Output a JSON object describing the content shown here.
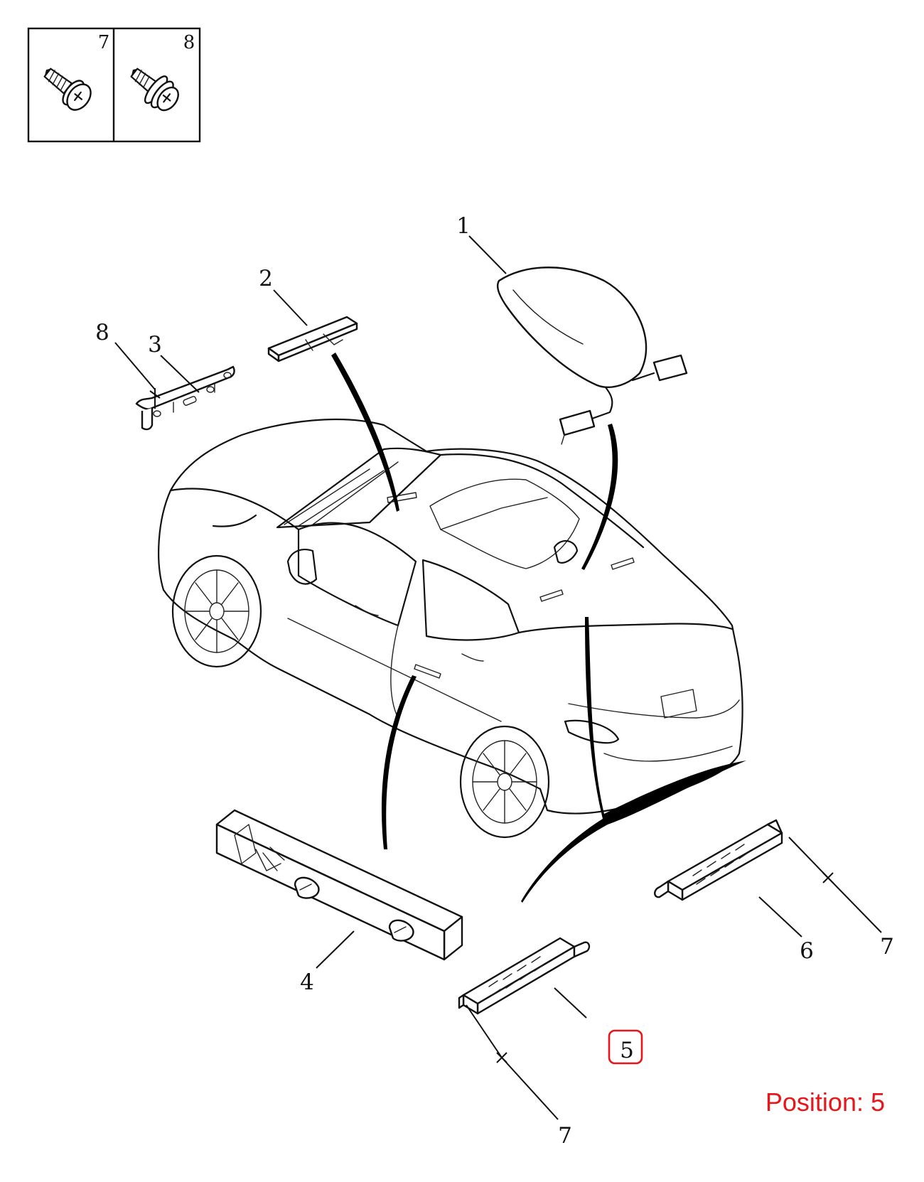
{
  "legend": {
    "box_a_number": "7",
    "box_b_number": "8",
    "box_a_icon": "self-tapping-screw-icon",
    "box_b_icon": "flange-head-screw-icon"
  },
  "callouts": {
    "c1": "1",
    "c2": "2",
    "c3": "3",
    "c4": "4",
    "c5": "5",
    "c6": "6",
    "c7_right": "7",
    "c7_bottom": "7",
    "c8": "8"
  },
  "position_label": "Position: 5",
  "colors": {
    "highlight": "#e8161b",
    "line": "#111111"
  }
}
